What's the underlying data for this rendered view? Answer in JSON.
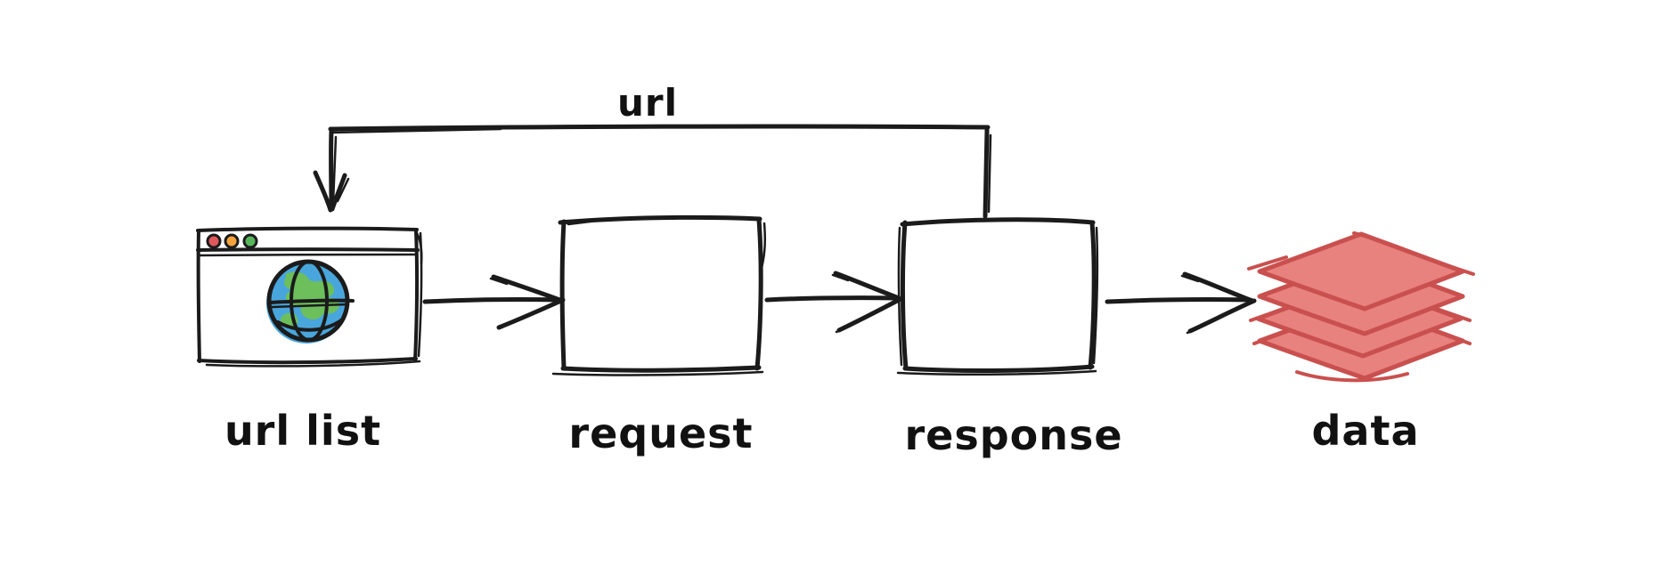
{
  "diagram": {
    "type": "flowchart",
    "description": "hand-drawn web scraping flow",
    "loop_label": "url",
    "nodes": [
      {
        "id": "url-list",
        "label": "url list",
        "icon": "browser-window-globe-icon"
      },
      {
        "id": "request",
        "label": "request",
        "shape": "rectangle"
      },
      {
        "id": "response",
        "label": "response",
        "shape": "rectangle"
      },
      {
        "id": "data",
        "label": "data",
        "icon": "stacked-layers-icon"
      }
    ],
    "edges": [
      {
        "from": "url-list",
        "to": "request",
        "label": ""
      },
      {
        "from": "request",
        "to": "response",
        "label": ""
      },
      {
        "from": "response",
        "to": "data",
        "label": ""
      },
      {
        "from": "response",
        "to": "url-list",
        "label": "url",
        "route": "top-loop"
      }
    ],
    "icons": {
      "url_list": "browser-window-globe-icon",
      "data": "stacked-layers-icon",
      "window_dots": [
        "red-dot",
        "orange-dot",
        "green-dot"
      ]
    },
    "colors": {
      "ink": "#1b1b1b",
      "background": "#ffffff",
      "data_layer_fill": "#e8827f",
      "data_layer_stroke": "#c9504e",
      "globe_blue": "#49a6dc",
      "globe_green": "#6cbf5b",
      "dot_red": "#e0575b",
      "dot_orange": "#f2a33c",
      "dot_green": "#58b55c"
    }
  }
}
